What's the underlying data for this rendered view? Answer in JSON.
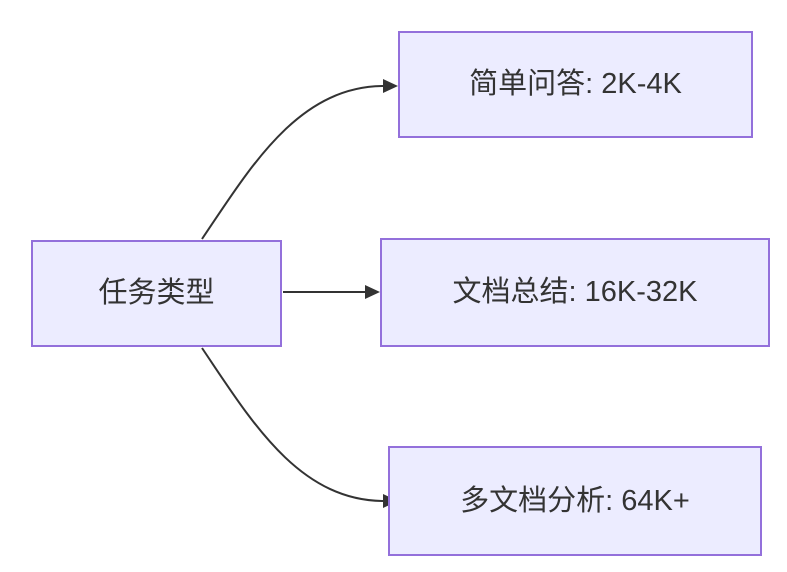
{
  "diagram": {
    "type": "flowchart",
    "direction": "LR",
    "nodes": [
      {
        "id": "task-type",
        "label": "任务类型"
      },
      {
        "id": "simple-qa",
        "label": "简单问答: 2K-4K"
      },
      {
        "id": "doc-summary",
        "label": "文档总结: 16K-32K"
      },
      {
        "id": "multi-doc",
        "label": "多文档分析: 64K+"
      }
    ],
    "edges": [
      {
        "from": "task-type",
        "to": "simple-qa"
      },
      {
        "from": "task-type",
        "to": "doc-summary"
      },
      {
        "from": "task-type",
        "to": "multi-doc"
      }
    ]
  },
  "colors": {
    "node_fill": "#ECECFF",
    "node_border": "#9370DB",
    "edge_line": "#333333",
    "text": "#333333",
    "background": "#FFFFFF"
  }
}
